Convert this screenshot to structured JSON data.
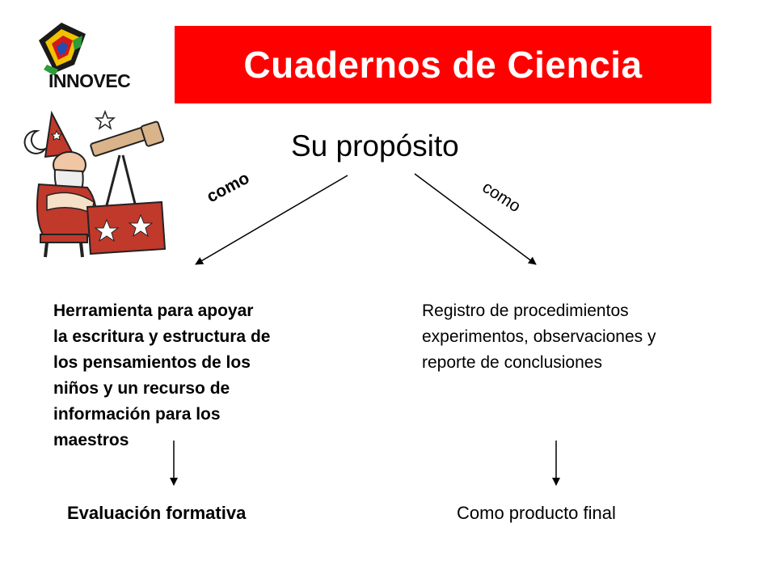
{
  "header": {
    "title": "Cuadernos de Ciencia",
    "logo_text": "INNOVEC",
    "banner_color": "#ff0000"
  },
  "diagram": {
    "root": "Su propósito",
    "branches": [
      {
        "edge_label": "como",
        "description": "Herramienta para apoyar\nla escritura y estructura de\nlos pensamientos de los\nniños y un recurso de\ninformación para los\nmaestros",
        "result": "Evaluación formativa"
      },
      {
        "edge_label": "como",
        "description": "Registro de procedimientos\nexperimentos, observaciones y\nreporte de conclusiones",
        "result": "Como producto final"
      }
    ]
  },
  "illustration": {
    "icon": "wizard-with-telescope-icon"
  }
}
